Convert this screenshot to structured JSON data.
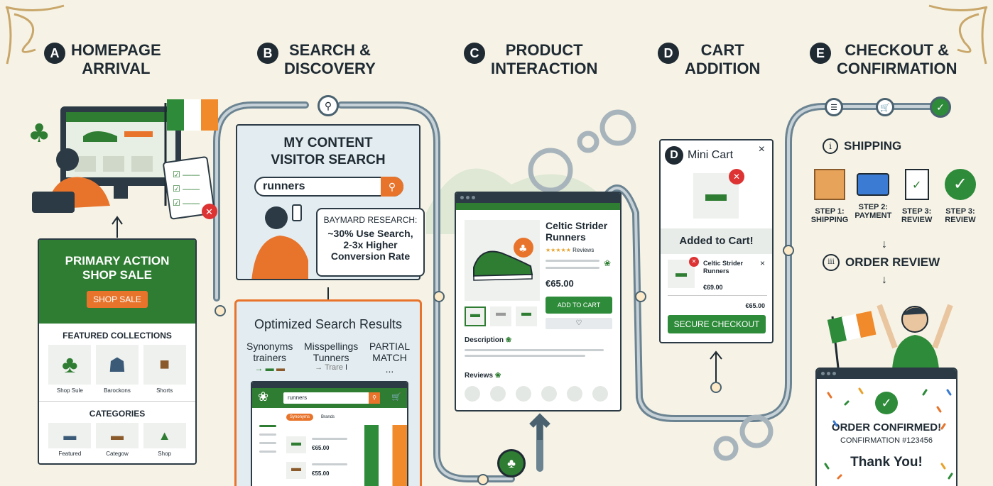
{
  "stages": [
    {
      "letter": "A",
      "line1": "HOMEPAGE",
      "line2": "ARRIVAL"
    },
    {
      "letter": "B",
      "line1": "SEARCH &",
      "line2": "DISCOVERY"
    },
    {
      "letter": "C",
      "line1": "PRODUCT",
      "line2": "INTERACTION"
    },
    {
      "letter": "D",
      "line1": "CART",
      "line2": "ADDITION"
    },
    {
      "letter": "E",
      "line1": "CHECKOUT &",
      "line2": "CONFIRMATION"
    }
  ],
  "homepage": {
    "hero_line1": "PRIMARY ACTION",
    "hero_line2": "SHOP SALE",
    "shop_button": "SHOP SALE",
    "featured_title": "FEATURED COLLECTIONS",
    "featured_items": [
      "Shop Sule",
      "Barockons",
      "Shorts"
    ],
    "categories_title": "CATEGORIES",
    "category_items": [
      "Featured",
      "Categow",
      "Shop"
    ]
  },
  "search": {
    "panel_title_line1": "MY CONTENT",
    "panel_title_line2": "VISITOR SEARCH",
    "query": "runners",
    "research_line1": "BAYMARD RESEARCH:",
    "research_line2": "~30% Use Search,",
    "research_line3": "2-3x Higher",
    "research_line4": "Conversion Rate",
    "results_title": "Optimized Search Results",
    "synonyms_line1": "Synonyms",
    "synonyms_line2": "trainers",
    "misspellings_line1": "Misspellings",
    "misspellings_line2": "Tunners",
    "misspelling_example": "Trare",
    "partial_line1": "PARTIAL",
    "partial_line2": "MATCH",
    "partial_dots": "...",
    "mini_query": "runners",
    "mini_tag1": "Synonyms",
    "mini_tag2": "Brands",
    "price1": "€65.00",
    "price2": "€55.00"
  },
  "product": {
    "name_line1": "Celtic Strider",
    "name_line2": "Runners",
    "rating": "★★★★★",
    "reviews_label": "Reviews",
    "price": "€65.00",
    "add_button": "ADD TO CART",
    "wishlist_icon": "♡",
    "description_label": "Description",
    "reviews_section_label": "Reviews"
  },
  "cart": {
    "badge": "D",
    "title": "Mini Cart",
    "close": "×",
    "added_label": "Added to Cart!",
    "item_line1": "Celtic Strider",
    "item_line2": "Runners",
    "item_price": "€69.00",
    "subtotal": "€65.00",
    "checkout_button": "SECURE CHECKOUT"
  },
  "checkout": {
    "shipping_marker": "i",
    "shipping_label": "SHIPPING",
    "steps": [
      {
        "line1": "STEP 1:",
        "line2": "SHIPPING"
      },
      {
        "line1": "STEP 2:",
        "line2": "PAYMENT"
      },
      {
        "line1": "STEP 3:",
        "line2": "REVIEW"
      },
      {
        "line1": "STEP 3:",
        "line2": "REVIEW"
      }
    ],
    "review_marker": "iii",
    "review_label": "ORDER REVIEW",
    "confirmed_title": "ORDER CONFIRMED!",
    "confirmation_number": "CONFIRMATION #123456",
    "thanks": "Thank You!"
  },
  "colors": {
    "accent_green": "#2e7d32",
    "accent_orange": "#e8742c",
    "path": "#4a6270",
    "background": "#f6f3e6"
  }
}
